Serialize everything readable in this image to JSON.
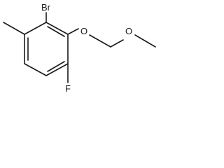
{
  "molecule": {
    "labels": {
      "br": "Br",
      "o_ether": "O",
      "o_methoxy": "O",
      "f": "F"
    }
  }
}
